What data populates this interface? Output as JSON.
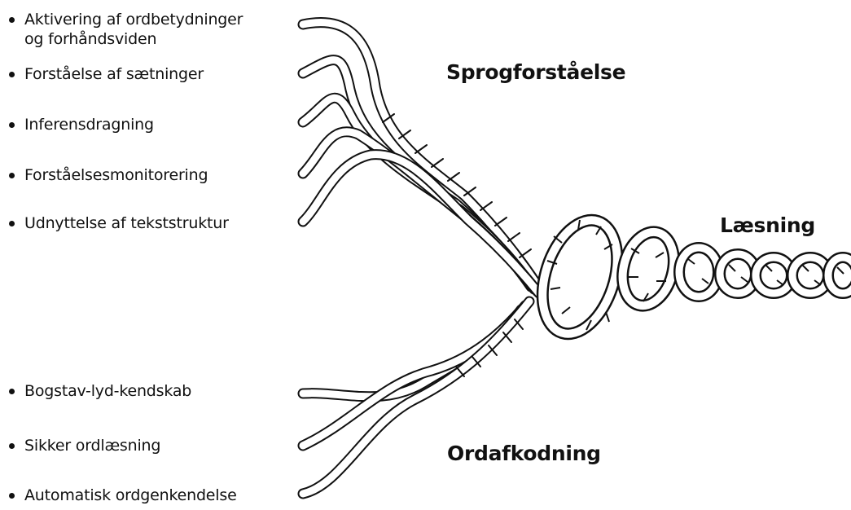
{
  "upper_strands": [
    "Aktivering af ordbetydninger\nog forhåndsviden",
    "Forståelse af sætninger",
    "Inferensdragning",
    "Forståelsesmonitorering",
    "Udnyttelse af tekststruktur"
  ],
  "lower_strands": [
    "Bogstav-lyd-kendskab",
    "Sikker ordlæsning",
    "Automatisk ordgenkendelse"
  ],
  "labels": {
    "upper": "Sprogforståelse",
    "lower": "Ordafkodning",
    "result": "Læsning"
  }
}
